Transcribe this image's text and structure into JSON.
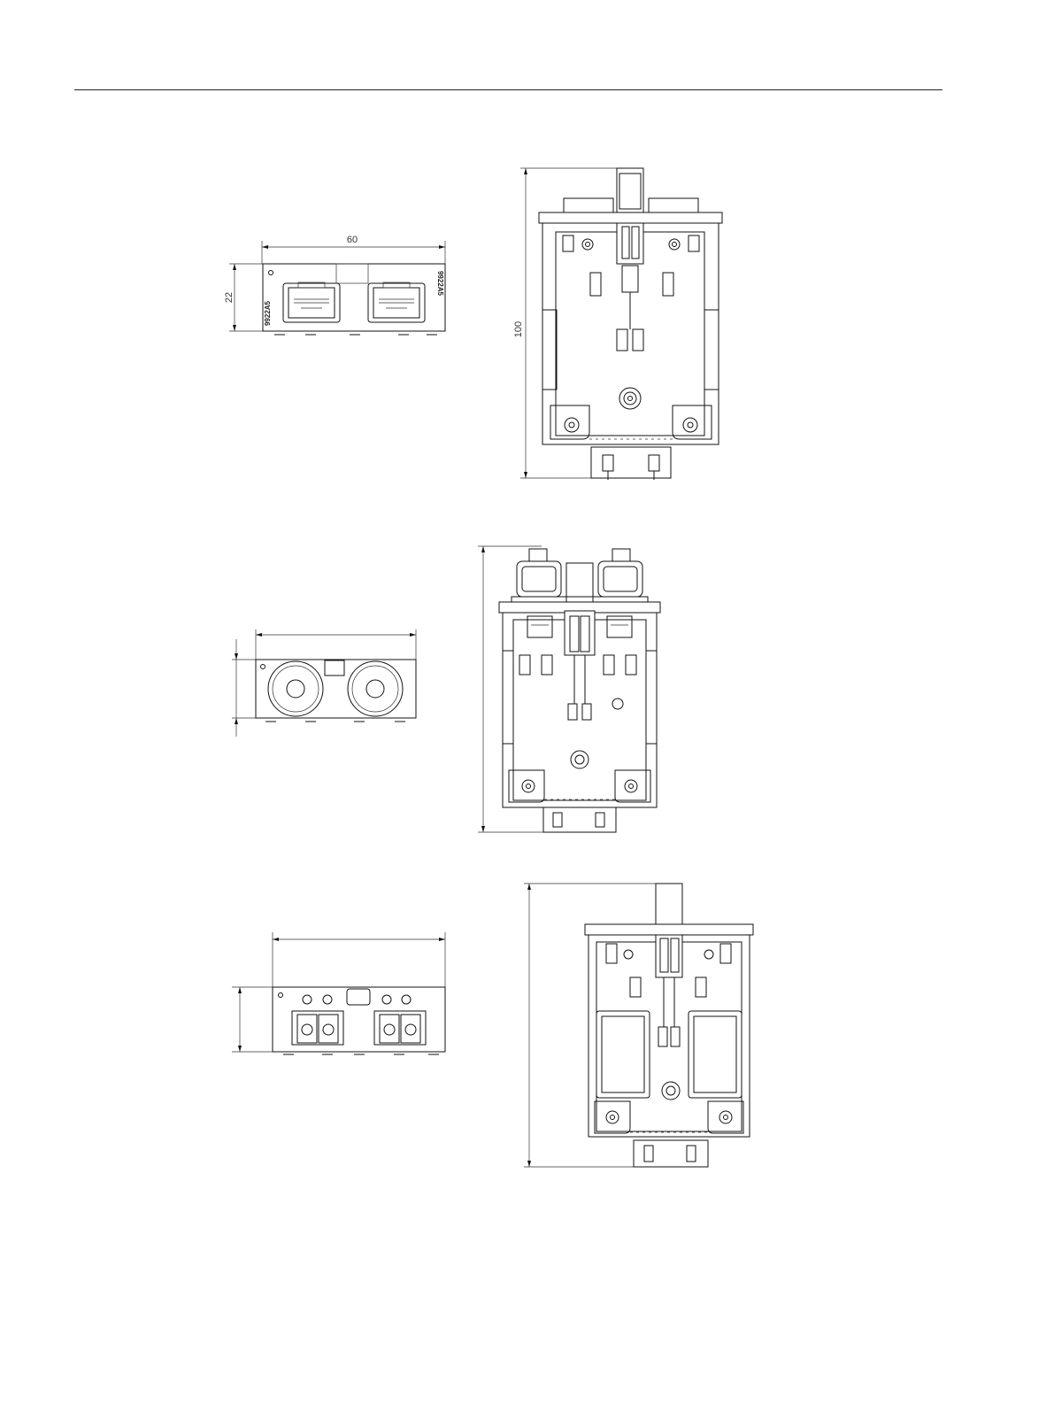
{
  "views": {
    "top_front": {
      "dim_width": "60",
      "dim_height": "22",
      "label_left": "9922A5",
      "label_right": "9922A5"
    },
    "top_side": {
      "dim_height": "100"
    }
  },
  "colors": {
    "line": "#111111",
    "background": "#ffffff"
  }
}
